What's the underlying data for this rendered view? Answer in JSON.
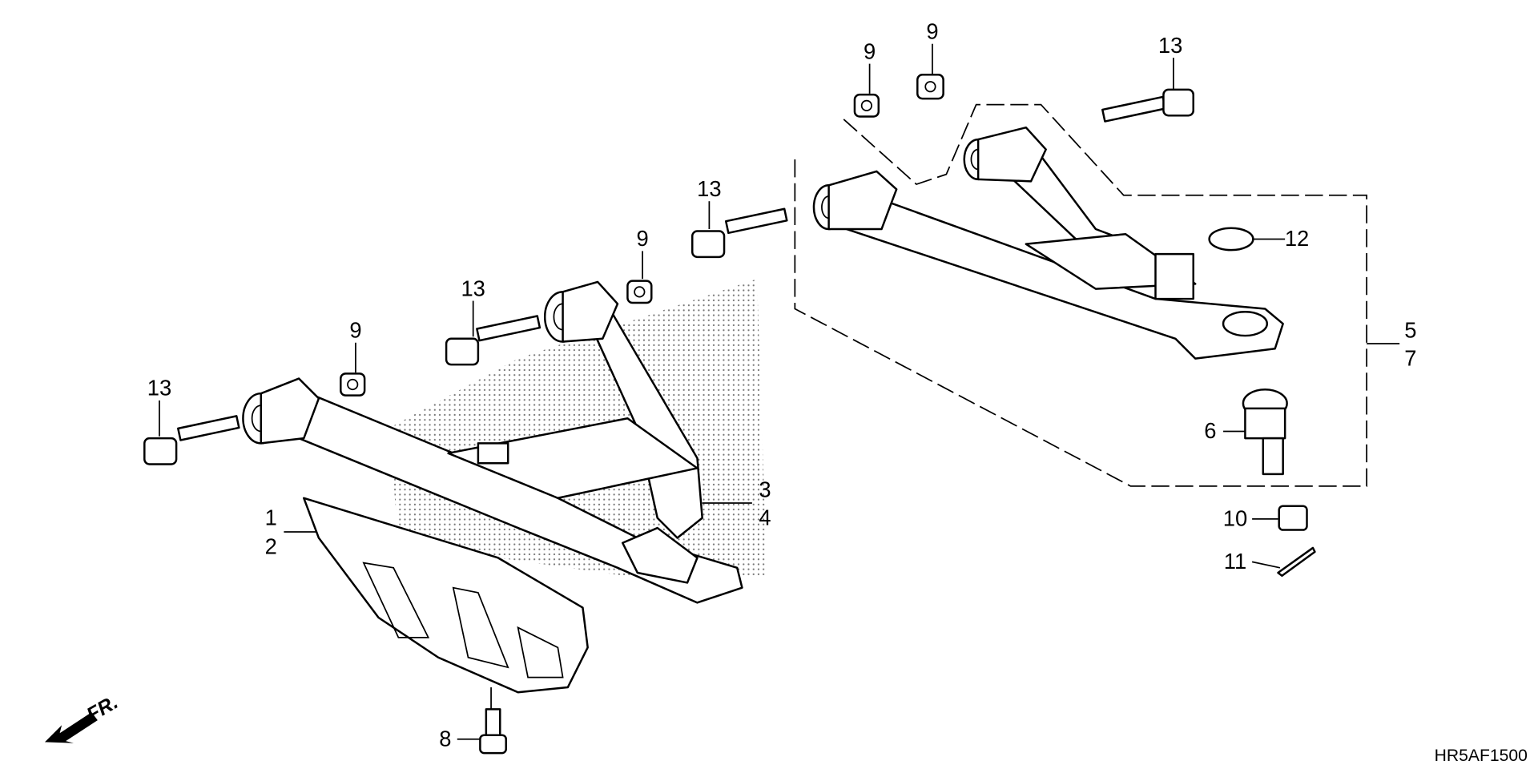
{
  "diagram": {
    "code": "HR5AF1500",
    "front_indicator": "FR.",
    "callouts": [
      {
        "id": "13a",
        "text": "13"
      },
      {
        "id": "9a",
        "text": "9"
      },
      {
        "id": "13b",
        "text": "13"
      },
      {
        "id": "9b",
        "text": "9"
      },
      {
        "id": "13c",
        "text": "13"
      },
      {
        "id": "9c",
        "text": "9"
      },
      {
        "id": "9d",
        "text": "9"
      },
      {
        "id": "13d",
        "text": "13"
      },
      {
        "id": "12",
        "text": "12"
      },
      {
        "id": "5",
        "text": "5"
      },
      {
        "id": "7",
        "text": "7"
      },
      {
        "id": "6",
        "text": "6"
      },
      {
        "id": "3",
        "text": "3"
      },
      {
        "id": "4",
        "text": "4"
      },
      {
        "id": "1",
        "text": "1"
      },
      {
        "id": "2",
        "text": "2"
      },
      {
        "id": "10",
        "text": "10"
      },
      {
        "id": "11",
        "text": "11"
      },
      {
        "id": "8",
        "text": "8"
      }
    ]
  }
}
